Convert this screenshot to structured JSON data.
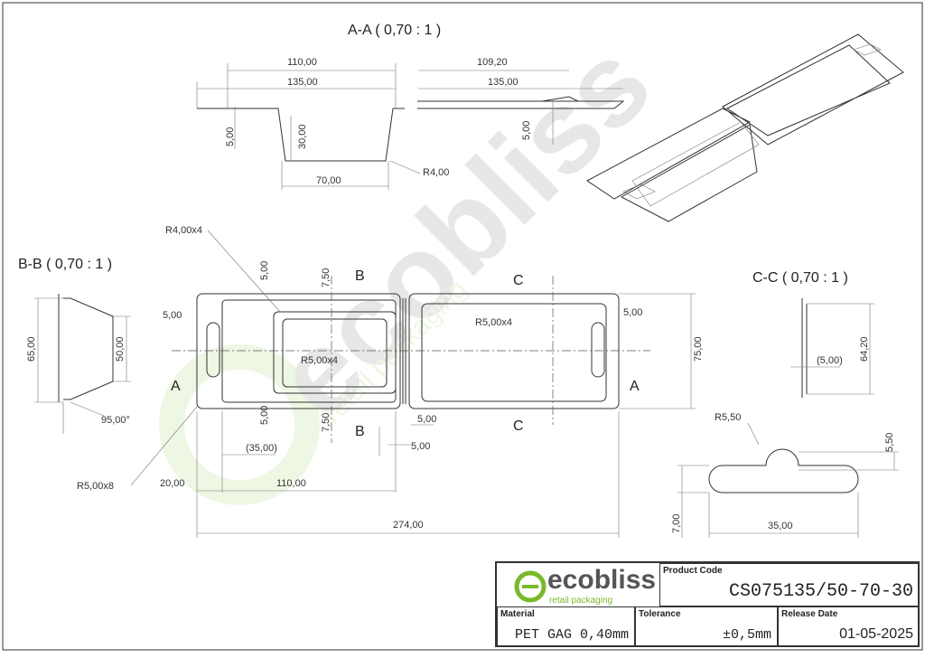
{
  "views": {
    "aa_title": "A-A ( 0,70 : 1 )",
    "bb_title": "B-B ( 0,70 : 1 )",
    "cc_title": "C-C ( 0,70 : 1 )"
  },
  "section_aa": {
    "d110": "110,00",
    "d135a": "135,00",
    "d109": "109,20",
    "d135b": "135,00",
    "d5a": "5,00",
    "d30": "30,00",
    "d70": "70,00",
    "r4": "R4,00",
    "d5b": "5,00"
  },
  "section_bb": {
    "d65": "65,00",
    "d50": "50,00",
    "angle": "95,00°"
  },
  "section_cc": {
    "d64": "64,20",
    "d5": "(5,00)"
  },
  "plan": {
    "r4x4": "R4,00x4",
    "d5_top": "5,00",
    "d750_top": "7,50",
    "b": "B",
    "c": "C",
    "d5_left": "5,00",
    "d5_right": "5,00",
    "r5x4_left": "R5,00x4",
    "r5x4_right": "R5,00x4",
    "a": "A",
    "d5_bottom": "5,00",
    "d750_bottom": "7,50",
    "d5_hinge1": "5,00",
    "d5_hinge2": "5,00",
    "d35": "(35,00)",
    "r5x8": "R5,00x8",
    "d20": "20,00",
    "d110": "110,00",
    "d274": "274,00",
    "d75": "75,00"
  },
  "hang_hole": {
    "r55": "R5,50",
    "d55": "5,50",
    "d7": "7,00",
    "d35": "35,00"
  },
  "watermark": {
    "brand": "ecobliss",
    "tagline": "retail packaging"
  },
  "title_block": {
    "logo_brand": "ecobliss",
    "logo_tagline": "retail packaging",
    "product_code_label": "Product Code",
    "product_code": "CS075135/50-70-30",
    "material_label": "Material",
    "material": "PET GAG 0,40mm",
    "tolerance_label": "Tolerance",
    "tolerance": "±0,5mm",
    "release_label": "Release Date",
    "release_date": "01-05-2025"
  },
  "colors": {
    "brand_green": "#7ab929",
    "brand_gray": "#555555"
  }
}
